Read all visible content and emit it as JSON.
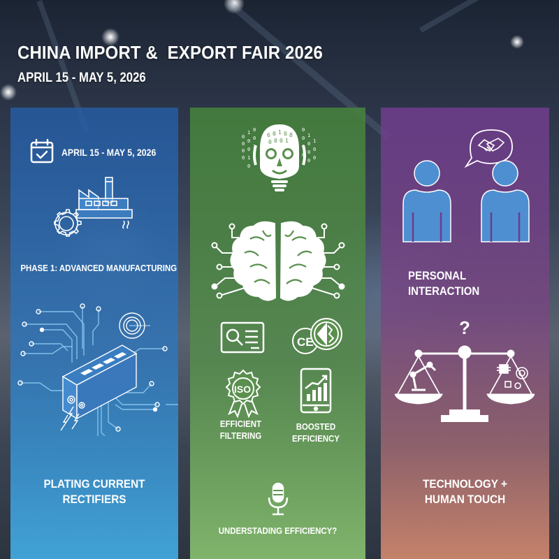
{
  "header": {
    "title": "CHINA IMPORT &  EXPORT FAIR 2026",
    "subtitle": "APRIL 15 - MAY 5, 2026"
  },
  "panels": {
    "left": {
      "color": "#2f6fb3",
      "date_label": "APRIL 15 - MAY 5, 2026",
      "phase_label": "PHASE 1: ADVANCED MANUFACTURING",
      "caption_line1": "PLATING CURRENT",
      "caption_line2": "RECTIFIERS",
      "icons": [
        "calendar-check-icon",
        "factory-gear-icon",
        "power-rectifier-circuit-icon"
      ]
    },
    "middle": {
      "color": "#5a8f4e",
      "icons": [
        "ai-robot-head-icon",
        "circuit-brain-icon",
        "search-document-icon",
        "ce-certification-icon",
        "iso-badge-icon",
        "tablet-growth-chart-icon",
        "microphone-icon"
      ],
      "iso_text": "ISO",
      "ce_text": "CE",
      "feature1_line1": "EFFICIENT",
      "feature1_line2": "FILTERING",
      "feature2_line1": "BOOSTED",
      "feature2_line2": "EFFICIENCY",
      "question": "UNDERSTADING EFFICIENCY?"
    },
    "right": {
      "color": "#6e3c8c",
      "label_line1": "PERSONAL",
      "label_line2": "INTERACTION",
      "question_mark": "?",
      "caption_line1": "TECHNOLOGY +",
      "caption_line2": "HUMAN TOUCH",
      "icons": [
        "people-handshake-icon",
        "balance-scale-icon",
        "robot-arm-icon",
        "chip-gears-icon"
      ]
    }
  }
}
